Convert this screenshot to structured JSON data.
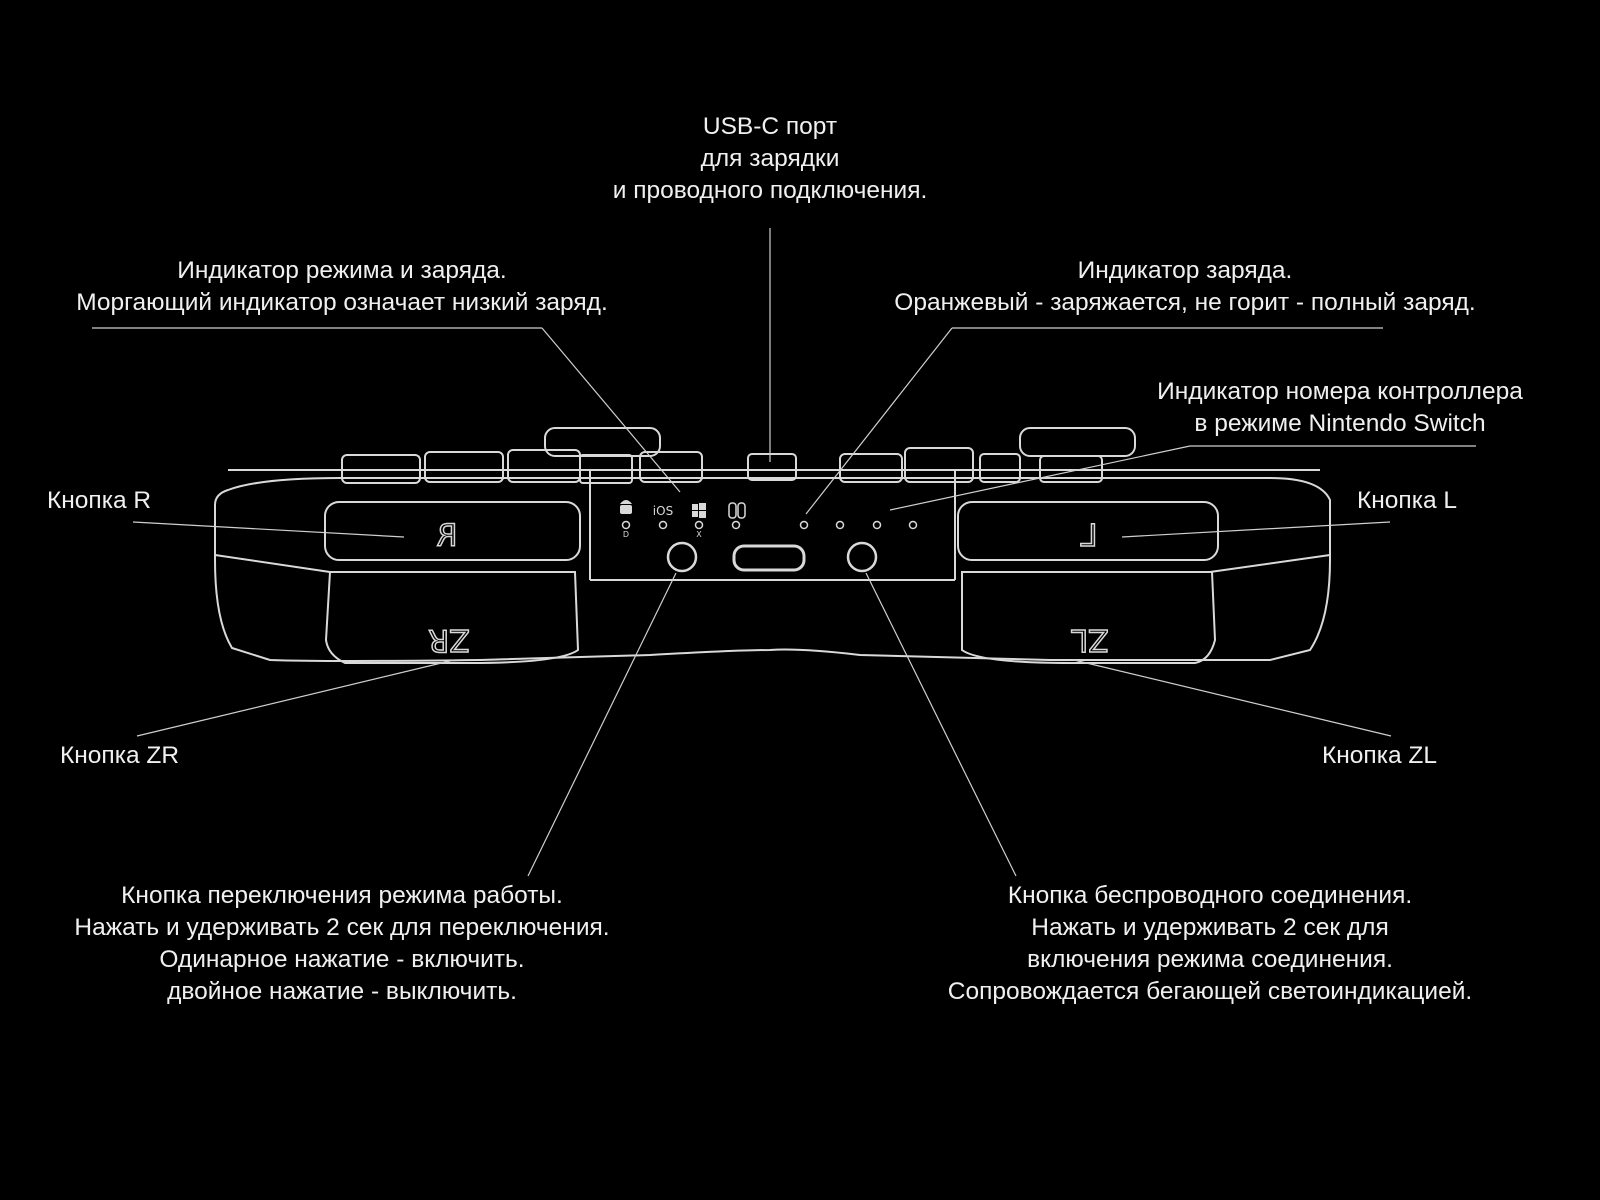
{
  "colors": {
    "background": "#000000",
    "line": "#d9d9d9",
    "text": "#f0f0f0"
  },
  "callouts": {
    "usb_port": [
      "USB-C порт",
      "для зарядки",
      "и проводного подключения."
    ],
    "mode_indicator": [
      "Индикатор режима и заряда.",
      "Моргающий индикатор означает низкий заряд."
    ],
    "charge_indicator": [
      "Индикатор заряда.",
      "Оранжевый - заряжается, не горит - полный заряд."
    ],
    "player_indicator": [
      "Индикатор номера контроллера",
      "в режиме Nintendo Switch"
    ],
    "button_r": "Кнопка R",
    "button_l": "Кнопка L",
    "button_zr": "Кнопка ZR",
    "button_zl": "Кнопка ZL",
    "mode_switch_button": [
      "Кнопка переключения режима работы.",
      "Нажать и удерживать 2 сек для переключения.",
      "Одинарное нажатие - включить.",
      "двойное нажатие - выключить."
    ],
    "wireless_button": [
      "Кнопка беспроводного соединения.",
      "Нажать и удерживать 2 сек для",
      "включения режима соединения.",
      "Сопровождается бегающей светоиндикацией."
    ]
  },
  "controller": {
    "bumper_r_glyph": "R",
    "bumper_l_glyph": "L",
    "trigger_zr_glyph": "ZR",
    "trigger_zl_glyph": "ZL",
    "mode_icons": [
      {
        "icon": "android-icon",
        "sub": "D"
      },
      {
        "icon": "ios-icon",
        "text": "iOS"
      },
      {
        "icon": "windows-icon",
        "sub": "X"
      },
      {
        "icon": "switch-icon"
      }
    ]
  }
}
